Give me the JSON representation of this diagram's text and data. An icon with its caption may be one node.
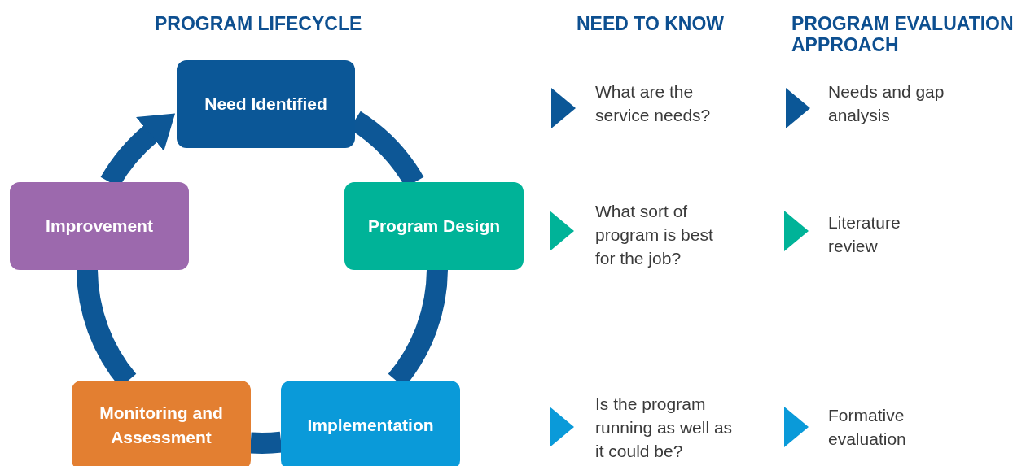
{
  "diagram": {
    "nodes": [
      {
        "text": [
          "Need Identified"
        ]
      },
      {
        "text": [
          "Program Design"
        ]
      },
      {
        "text": [
          "Implementation"
        ]
      },
      {
        "text": [
          "Monitoring and Assessment"
        ]
      },
      {
        "text": [
          "Improvement"
        ]
      }
    ],
    "edges": [
      {
        "from": 0,
        "to": 1,
        "arrow": "none"
      },
      {
        "from": 1,
        "to": 2,
        "arrow": "none"
      },
      {
        "from": 2,
        "to": 3,
        "arrow": "none"
      },
      {
        "from": 3,
        "to": 4,
        "arrow": "none"
      },
      {
        "from": 4,
        "to": 0,
        "arrow": "to"
      }
    ],
    "labels": [
      "PROGRAM LIFECYCLE",
      "NEED TO KNOW",
      "PROGRAM EVALUATION APPROACH",
      "What are the service needs?",
      "Needs and gap analysis",
      "What sort of program is best for the job?",
      "Literature review",
      "Is the program running as well as it could be?",
      "Formative evaluation"
    ]
  }
}
